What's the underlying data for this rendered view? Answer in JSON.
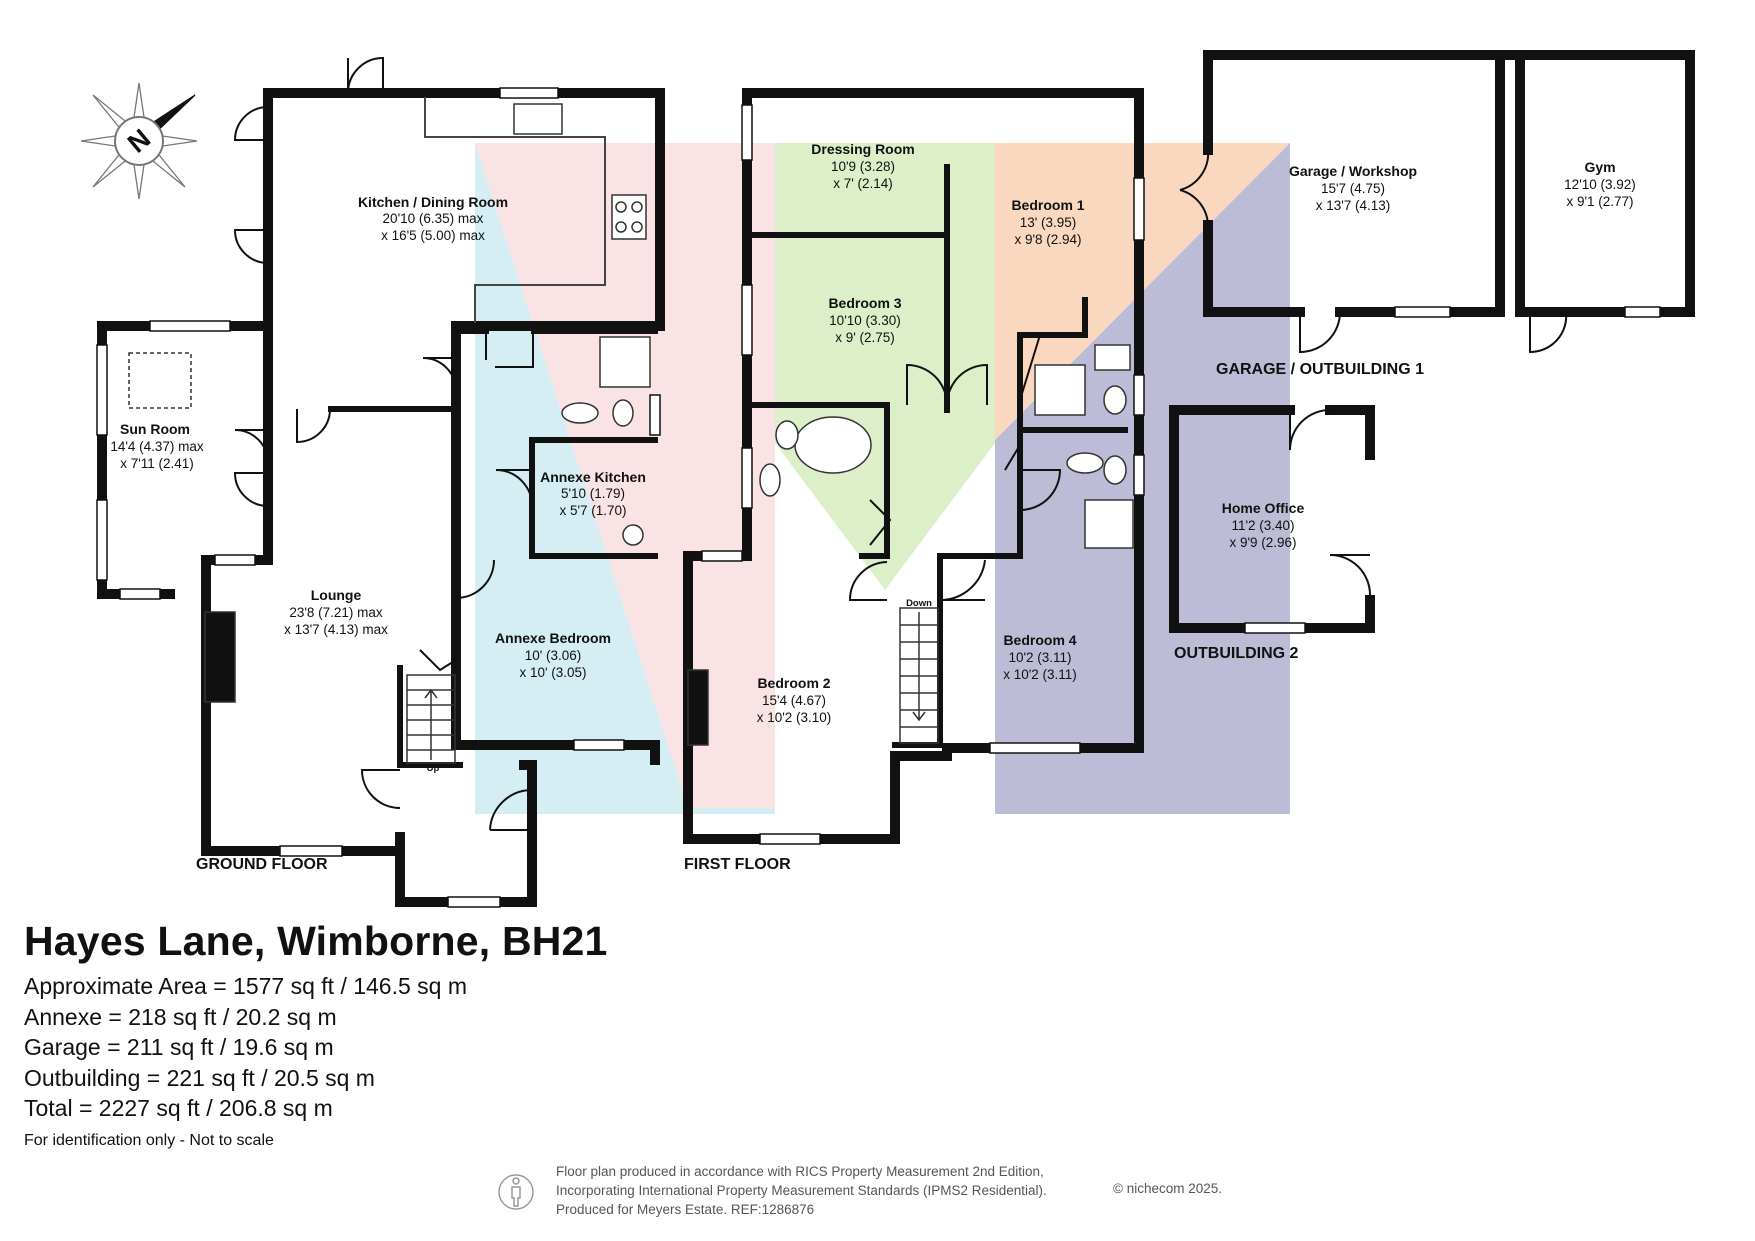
{
  "property": {
    "title": "Hayes Lane, Wimborne, BH21",
    "areas": [
      "Approximate Area = 1577 sq ft / 146.5 sq m",
      "Annexe = 218 sq ft / 20.2 sq m",
      "Garage = 211 sq ft / 19.6 sq m",
      "Outbuilding = 221 sq ft / 20.5 sq m",
      "Total = 2227 sq ft / 206.8 sq m"
    ],
    "disclaimer": "For identification only - Not to scale"
  },
  "floors": {
    "ground": "GROUND FLOOR",
    "first": "FIRST FLOOR",
    "garage": "GARAGE / OUTBUILDING 1",
    "outbuilding": "OUTBUILDING 2"
  },
  "compass": {
    "label": "N"
  },
  "stairs": {
    "up": "Up",
    "down": "Down"
  },
  "rooms": {
    "kitchen": {
      "name": "Kitchen / Dining Room",
      "dim1": "20'10 (6.35) max",
      "dim2": "x 16'5 (5.00) max"
    },
    "sunroom": {
      "name": "Sun Room",
      "dim1": "14'4 (4.37) max",
      "dim2": "x 7'11 (2.41)"
    },
    "lounge": {
      "name": "Lounge",
      "dim1": "23'8 (7.21) max",
      "dim2": "x 13'7 (4.13) max"
    },
    "annexe_kitchen": {
      "name": "Annexe Kitchen",
      "dim1": "5'10 (1.79)",
      "dim2": "x 5'7 (1.70)"
    },
    "annexe_bedroom": {
      "name": "Annexe Bedroom",
      "dim1": "10' (3.06)",
      "dim2": "x 10' (3.05)"
    },
    "dressing": {
      "name": "Dressing Room",
      "dim1": "10'9 (3.28)",
      "dim2": "x 7' (2.14)"
    },
    "bedroom1": {
      "name": "Bedroom 1",
      "dim1": "13' (3.95)",
      "dim2": "x 9'8 (2.94)"
    },
    "bedroom3": {
      "name": "Bedroom 3",
      "dim1": "10'10 (3.30)",
      "dim2": "x 9' (2.75)"
    },
    "bedroom2": {
      "name": "Bedroom 2",
      "dim1": "15'4 (4.67)",
      "dim2": "x 10'2 (3.10)"
    },
    "bedroom4": {
      "name": "Bedroom 4",
      "dim1": "10'2 (3.11)",
      "dim2": "x 10'2 (3.11)"
    },
    "garage": {
      "name": "Garage / Workshop",
      "dim1": "15'7 (4.75)",
      "dim2": "x 13'7 (4.13)"
    },
    "gym": {
      "name": "Gym",
      "dim1": "12'10 (3.92)",
      "dim2": "x 9'1 (2.77)"
    },
    "office": {
      "name": "Home Office",
      "dim1": "11'2 (3.40)",
      "dim2": "x 9'9 (2.96)"
    }
  },
  "footer": {
    "line1": "Floor plan produced in accordance with RICS Property Measurement 2nd Edition,",
    "line2": "Incorporating International Property Measurement Standards (IPMS2 Residential).",
    "line3": "Produced for Meyers Estate.   REF:1286876",
    "copyright": "© nichecom 2025."
  },
  "colors": {
    "wall": "#111111",
    "pink": "#f9e3e5",
    "blue": "#d4eef3",
    "green": "#dcefc9",
    "orange": "#f9d8bf",
    "purple": "#bcbcd6"
  }
}
